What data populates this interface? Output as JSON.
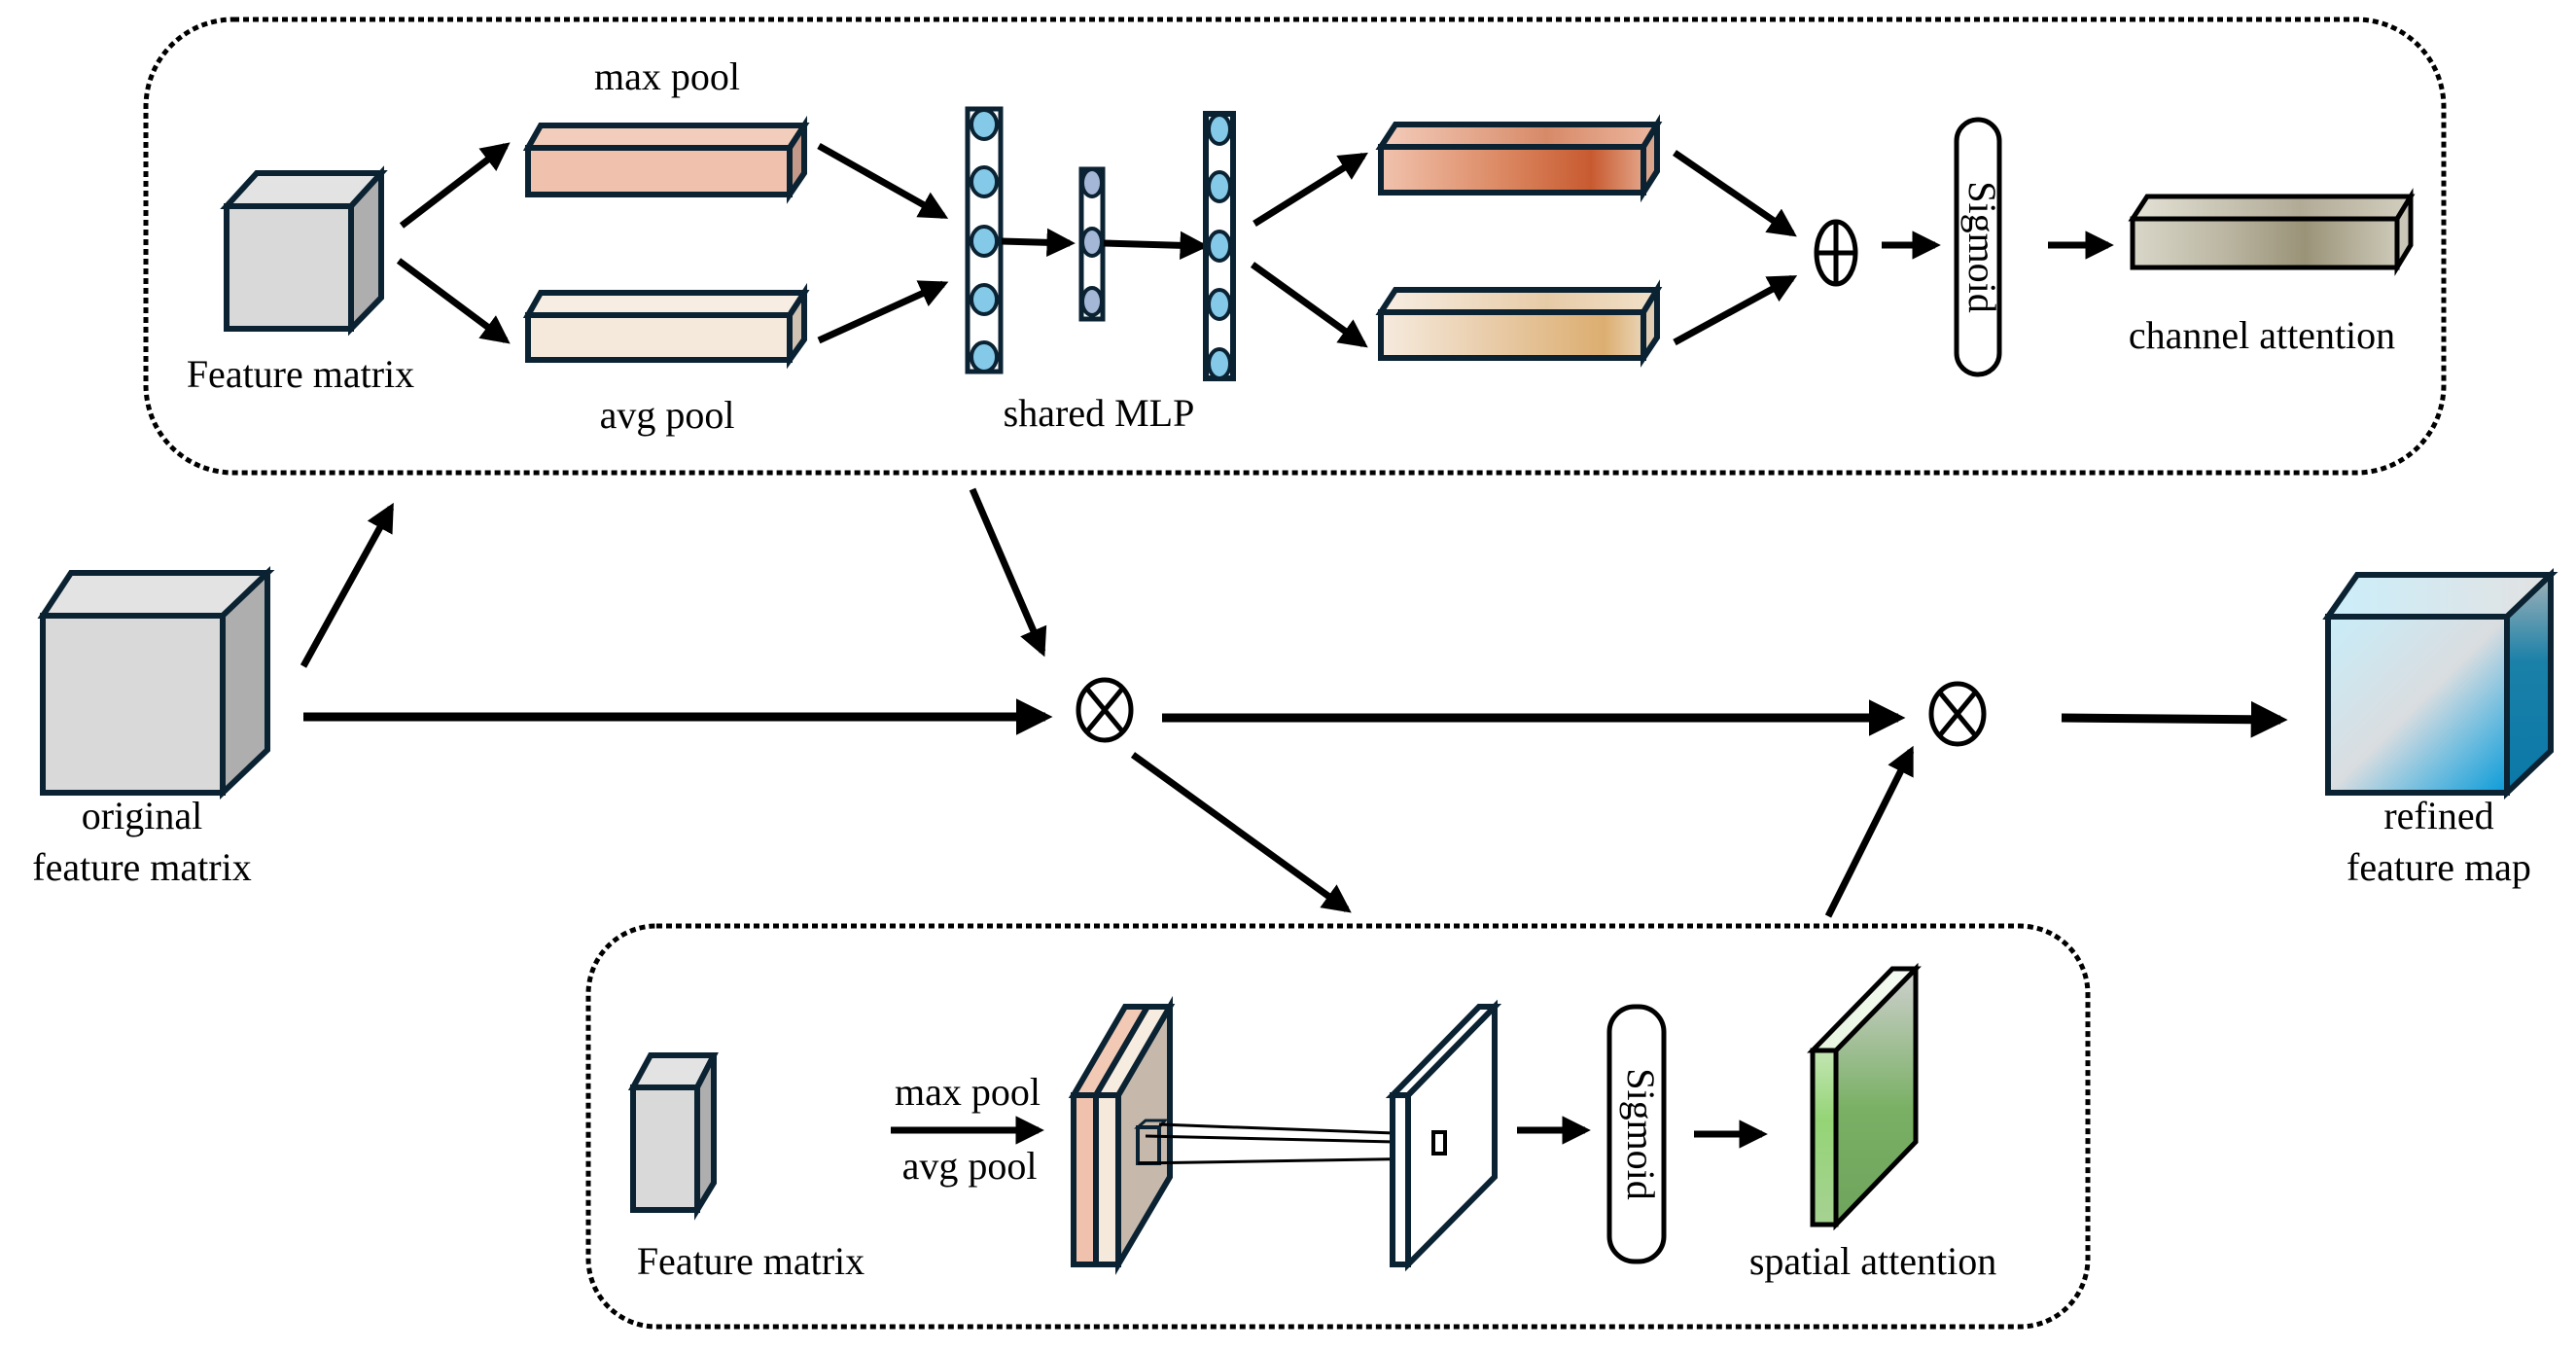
{
  "title": "CBAM attention module: channel attention followed by spatial attention",
  "colors": {
    "cube_front": "#d9d9d9",
    "cube_top": "#e3e3e3",
    "cube_side": "#aeaeae",
    "edge": "#0a2232",
    "max_pool_front": "#f0c2ae",
    "avg_pool_front": "#f5e9db",
    "mlp_node_outer": "#84c9e8",
    "mlp_node_hidden": "#a5b7d6",
    "mlp_out_max_dark": "#c85a30",
    "mlp_out_avg_dark": "#dcae70",
    "channel_attention": "#9a9378",
    "refined_light": "#cdeef9",
    "refined_dark": "#0e9ad6",
    "spatial_attention": "#79b064",
    "concat_back": "#c6b9ac"
  },
  "channel_module": {
    "input_label": "Feature matrix",
    "max_pool_label": "max pool",
    "avg_pool_label": "avg pool",
    "mlp_label": "shared MLP",
    "mlp_layers": [
      5,
      3,
      5
    ],
    "sum_operator": "⊕",
    "sigmoid_label": "Sigmoid",
    "output_label": "channel attention"
  },
  "spatial_module": {
    "input_label": "Feature matrix",
    "pool_labels": [
      "max pool",
      "avg pool"
    ],
    "sigmoid_label": "Sigmoid",
    "output_label": "spatial attention"
  },
  "main_flow": {
    "input_label_line1": "original",
    "input_label_line2": "feature matrix",
    "multiply_operator": "⊗",
    "output_label_line1": "refined",
    "output_label_line2": "feature map"
  }
}
